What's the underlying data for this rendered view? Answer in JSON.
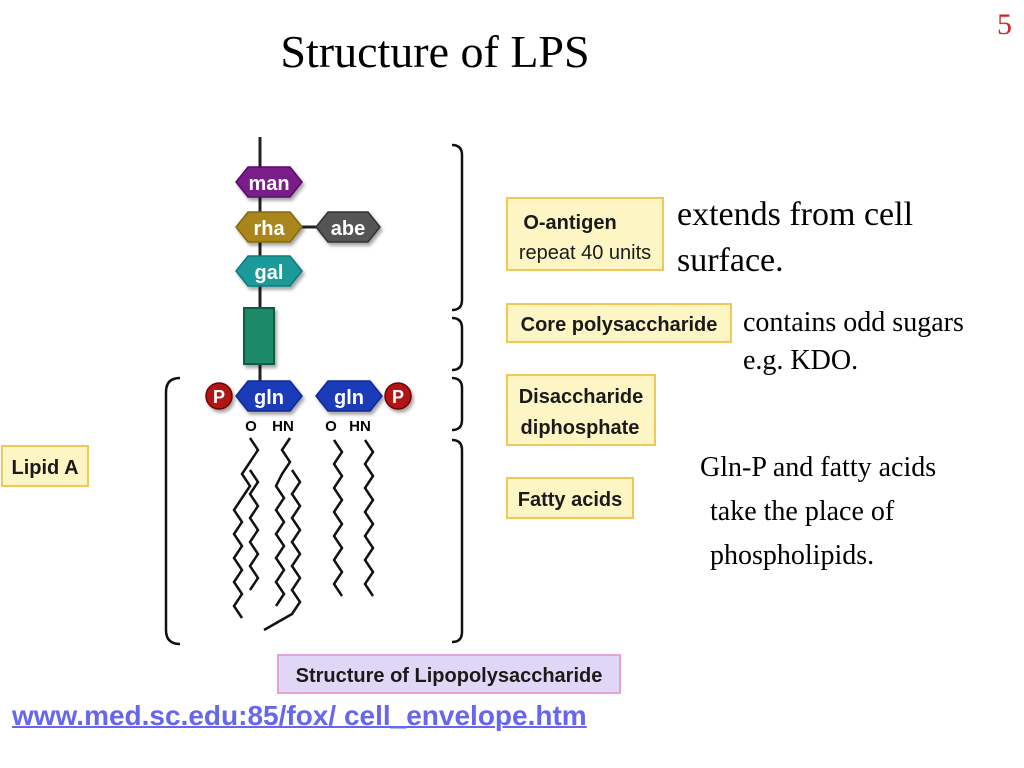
{
  "slide": {
    "title": "Structure of LPS",
    "number": "5"
  },
  "diagram": {
    "sugars": {
      "man": "man",
      "rha": "rha",
      "abe": "abe",
      "gal": "gal",
      "gln_left": "gln",
      "gln_right": "gln"
    },
    "phosphate_label": "P",
    "linkage_labels": {
      "o_left": "O",
      "hn_left": "HN",
      "o_right": "O",
      "hn_right": "HN"
    },
    "labels": {
      "o_antigen_title": "O-antigen",
      "o_antigen_sub": "repeat 40 units",
      "core": "Core polysaccharide",
      "disaccharide_line1": "Disaccharide",
      "disaccharide_line2": "diphosphate",
      "fatty_acids": "Fatty acids",
      "lipid_a": "Lipid A",
      "caption": "Structure of Lipopolysaccharide"
    },
    "colors": {
      "man": "#7a1a8a",
      "rha": "#a8861a",
      "abe": "#555555",
      "gal": "#1a9a9a",
      "core_block": "#1a8a66",
      "gln": "#1a3ab8",
      "phosphate": "#b01818",
      "label_fill": "#fdf5c4",
      "label_border": "#f0c858",
      "caption_fill": "#e0d6f6",
      "caption_border": "#e8a0d8"
    }
  },
  "notes": {
    "o_antigen": [
      "extends from cell",
      "surface."
    ],
    "core": [
      "contains odd sugars",
      "e.g. KDO."
    ],
    "lipid": [
      "Gln-P and fatty acids",
      "take the place of",
      "phospholipids."
    ]
  },
  "reference": {
    "url_text": "www.med.sc.edu:85/fox/ cell_envelope.htm"
  }
}
